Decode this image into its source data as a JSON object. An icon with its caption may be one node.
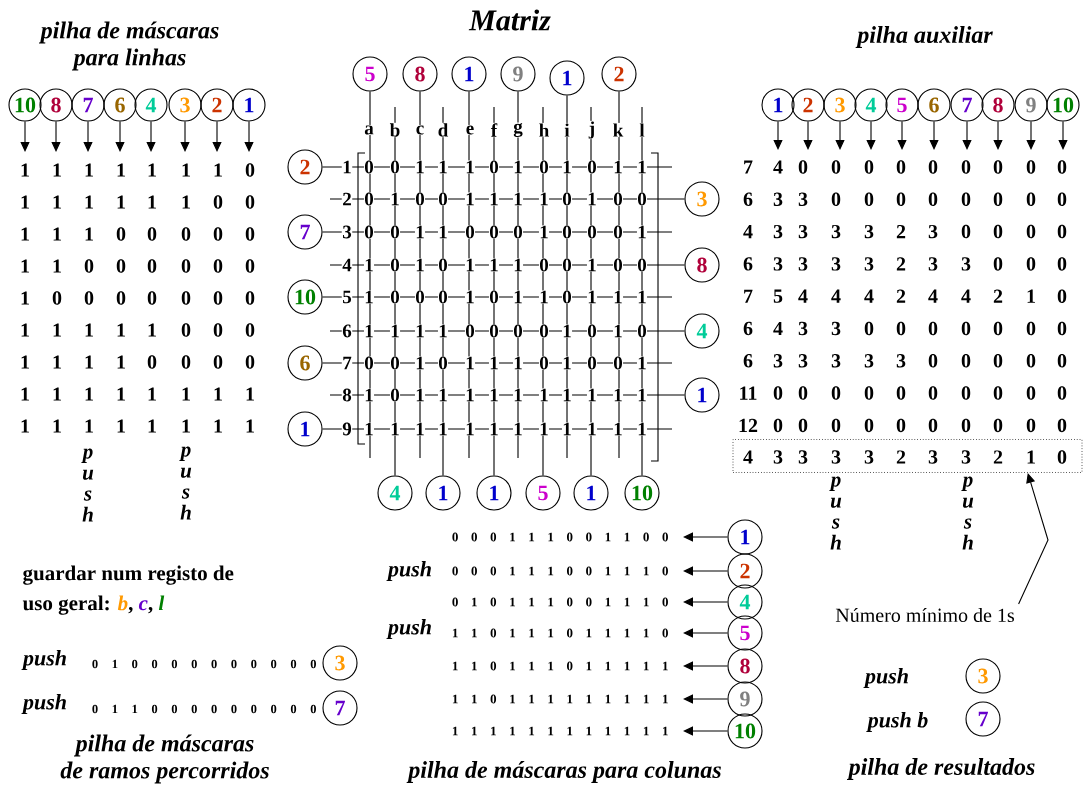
{
  "diagram": {
    "title": "Matriz",
    "nodes": [
      {
        "text": [
          "10"
        ]
      },
      {
        "text": [
          "8"
        ]
      },
      {
        "text": [
          "7"
        ]
      },
      {
        "text": [
          "6"
        ]
      },
      {
        "text": [
          "4"
        ]
      },
      {
        "text": [
          "3"
        ]
      },
      {
        "text": [
          "2"
        ]
      },
      {
        "text": [
          "1"
        ]
      },
      {
        "text": [
          "5"
        ]
      },
      {
        "text": [
          "8"
        ]
      },
      {
        "text": [
          "1"
        ]
      },
      {
        "text": [
          "9"
        ]
      },
      {
        "text": [
          "1"
        ]
      },
      {
        "text": [
          "2"
        ]
      },
      {
        "text": [
          "2"
        ]
      },
      {
        "text": [
          "3"
        ]
      },
      {
        "text": [
          "7"
        ]
      },
      {
        "text": [
          "8"
        ]
      },
      {
        "text": [
          "10"
        ]
      },
      {
        "text": [
          "4"
        ]
      },
      {
        "text": [
          "6"
        ]
      },
      {
        "text": [
          "1"
        ]
      },
      {
        "text": [
          "1"
        ]
      },
      {
        "text": [
          "4"
        ]
      },
      {
        "text": [
          "1"
        ]
      },
      {
        "text": [
          "1"
        ]
      },
      {
        "text": [
          "5"
        ]
      },
      {
        "text": [
          "1"
        ]
      },
      {
        "text": [
          "10"
        ]
      },
      {
        "text": [
          "1"
        ]
      },
      {
        "text": [
          "2"
        ]
      },
      {
        "text": [
          "3"
        ]
      },
      {
        "text": [
          "4"
        ]
      },
      {
        "text": [
          "5"
        ]
      },
      {
        "text": [
          "6"
        ]
      },
      {
        "text": [
          "7"
        ]
      },
      {
        "text": [
          "8"
        ]
      },
      {
        "text": [
          "9"
        ]
      },
      {
        "text": [
          "10"
        ]
      },
      {
        "text": [
          "4",
          "3",
          "3",
          "3",
          "3",
          "2",
          "3",
          "3",
          "2",
          "1",
          "0"
        ]
      },
      {
        "text": [
          "Número mínimo de 1s"
        ]
      },
      {
        "text": [
          "1"
        ]
      },
      {
        "text": [
          "2"
        ]
      },
      {
        "text": [
          "4"
        ]
      },
      {
        "text": [
          "5"
        ]
      },
      {
        "text": [
          "8"
        ]
      },
      {
        "text": [
          "9"
        ]
      },
      {
        "text": [
          "10"
        ]
      },
      {
        "text": [
          "3"
        ]
      },
      {
        "text": [
          "7"
        ]
      },
      {
        "text": [
          "3"
        ]
      },
      {
        "text": [
          "7"
        ]
      }
    ],
    "edges": [
      {
        "from": 0,
        "to": null,
        "arrow": "to"
      },
      {
        "from": 1,
        "to": null,
        "arrow": "to"
      },
      {
        "from": 2,
        "to": null,
        "arrow": "to"
      },
      {
        "from": 3,
        "to": null,
        "arrow": "to"
      },
      {
        "from": 4,
        "to": null,
        "arrow": "to"
      },
      {
        "from": 5,
        "to": null,
        "arrow": "to"
      },
      {
        "from": 6,
        "to": null,
        "arrow": "to"
      },
      {
        "from": 7,
        "to": null,
        "arrow": "to"
      },
      {
        "from": 8,
        "to": null,
        "arrow": "none"
      },
      {
        "from": 9,
        "to": null,
        "arrow": "none"
      },
      {
        "from": 10,
        "to": null,
        "arrow": "none"
      },
      {
        "from": 11,
        "to": null,
        "arrow": "none"
      },
      {
        "from": 12,
        "to": null,
        "arrow": "none"
      },
      {
        "from": 13,
        "to": null,
        "arrow": "none"
      },
      {
        "from": 14,
        "to": null,
        "arrow": "none"
      },
      {
        "from": 15,
        "to": null,
        "arrow": "none"
      },
      {
        "from": 16,
        "to": null,
        "arrow": "none"
      },
      {
        "from": 17,
        "to": null,
        "arrow": "none"
      },
      {
        "from": 18,
        "to": null,
        "arrow": "none"
      },
      {
        "from": 19,
        "to": null,
        "arrow": "none"
      },
      {
        "from": 20,
        "to": null,
        "arrow": "none"
      },
      {
        "from": 21,
        "to": null,
        "arrow": "none"
      },
      {
        "from": 22,
        "to": null,
        "arrow": "none"
      },
      {
        "from": 23,
        "to": null,
        "arrow": "none"
      },
      {
        "from": 24,
        "to": null,
        "arrow": "none"
      },
      {
        "from": 25,
        "to": null,
        "arrow": "none"
      },
      {
        "from": 26,
        "to": null,
        "arrow": "none"
      },
      {
        "from": 27,
        "to": null,
        "arrow": "none"
      },
      {
        "from": 28,
        "to": null,
        "arrow": "none"
      },
      {
        "from": 29,
        "to": null,
        "arrow": "to"
      },
      {
        "from": 30,
        "to": null,
        "arrow": "to"
      },
      {
        "from": 31,
        "to": null,
        "arrow": "to"
      },
      {
        "from": 32,
        "to": null,
        "arrow": "to"
      },
      {
        "from": 33,
        "to": null,
        "arrow": "to"
      },
      {
        "from": 34,
        "to": null,
        "arrow": "to"
      },
      {
        "from": 35,
        "to": null,
        "arrow": "to"
      },
      {
        "from": 36,
        "to": null,
        "arrow": "to"
      },
      {
        "from": 37,
        "to": null,
        "arrow": "to"
      },
      {
        "from": 38,
        "to": null,
        "arrow": "to"
      },
      {
        "from": 40,
        "to": 39,
        "arrow": "to"
      },
      {
        "from": 41,
        "to": null,
        "arrow": "to"
      },
      {
        "from": 42,
        "to": null,
        "arrow": "to"
      },
      {
        "from": 43,
        "to": null,
        "arrow": "to"
      },
      {
        "from": 44,
        "to": null,
        "arrow": "to"
      },
      {
        "from": 45,
        "to": null,
        "arrow": "to"
      },
      {
        "from": 46,
        "to": null,
        "arrow": "to"
      },
      {
        "from": 47,
        "to": null,
        "arrow": "to"
      }
    ],
    "labels": [
      "pilha de máscaras para linhas",
      "pilha auxiliar",
      "1",
      "1",
      "1",
      "1",
      "1",
      "1",
      "1",
      "0",
      "1",
      "1",
      "1",
      "1",
      "1",
      "1",
      "0",
      "0",
      "1",
      "1",
      "1",
      "0",
      "0",
      "0",
      "0",
      "0",
      "1",
      "1",
      "0",
      "0",
      "0",
      "0",
      "0",
      "0",
      "1",
      "0",
      "0",
      "0",
      "0",
      "0",
      "0",
      "0",
      "1",
      "1",
      "1",
      "1",
      "1",
      "0",
      "0",
      "0",
      "1",
      "1",
      "1",
      "1",
      "0",
      "0",
      "0",
      "0",
      "1",
      "1",
      "1",
      "1",
      "1",
      "1",
      "1",
      "1",
      "1",
      "1",
      "1",
      "1",
      "1",
      "1",
      "1",
      "1",
      "a",
      "b",
      "c",
      "d",
      "e",
      "f",
      "g",
      "h",
      "i",
      "j",
      "k",
      "l",
      "1",
      "0",
      "0",
      "1",
      "1",
      "1",
      "0",
      "1",
      "0",
      "1",
      "0",
      "1",
      "1",
      "2",
      "0",
      "1",
      "0",
      "0",
      "1",
      "1",
      "1",
      "1",
      "0",
      "1",
      "0",
      "0",
      "3",
      "0",
      "0",
      "1",
      "1",
      "0",
      "0",
      "0",
      "1",
      "0",
      "0",
      "0",
      "1",
      "4",
      "1",
      "0",
      "1",
      "0",
      "1",
      "1",
      "1",
      "0",
      "0",
      "1",
      "0",
      "0",
      "5",
      "1",
      "0",
      "0",
      "0",
      "1",
      "0",
      "1",
      "1",
      "0",
      "1",
      "1",
      "1",
      "6",
      "1",
      "1",
      "1",
      "1",
      "0",
      "0",
      "0",
      "0",
      "1",
      "0",
      "1",
      "0",
      "7",
      "0",
      "0",
      "1",
      "0",
      "1",
      "1",
      "1",
      "0",
      "1",
      "0",
      "0",
      "1",
      "8",
      "1",
      "0",
      "1",
      "1",
      "1",
      "1",
      "1",
      "1",
      "1",
      "1",
      "1",
      "1",
      "9",
      "1",
      "1",
      "1",
      "1",
      "1",
      "1",
      "1",
      "1",
      "1",
      "1",
      "1",
      "1",
      "7",
      "4",
      "0",
      "0",
      "0",
      "0",
      "0",
      "0",
      "0",
      "0",
      "0",
      "6",
      "3",
      "3",
      "0",
      "0",
      "0",
      "0",
      "0",
      "0",
      "0",
      "0",
      "4",
      "3",
      "3",
      "3",
      "3",
      "2",
      "3",
      "0",
      "0",
      "0",
      "0",
      "6",
      "3",
      "3",
      "3",
      "3",
      "2",
      "3",
      "3",
      "0",
      "0",
      "0",
      "7",
      "5",
      "4",
      "4",
      "4",
      "2",
      "4",
      "4",
      "2",
      "1",
      "0",
      "6",
      "4",
      "3",
      "3",
      "0",
      "0",
      "0",
      "0",
      "0",
      "0",
      "0",
      "6",
      "3",
      "3",
      "3",
      "3",
      "3",
      "0",
      "0",
      "0",
      "0",
      "0",
      "11",
      "0",
      "0",
      "0",
      "0",
      "0",
      "0",
      "0",
      "0",
      "0",
      "0",
      "12",
      "0",
      "0",
      "0",
      "0",
      "0",
      "0",
      "0",
      "0",
      "0",
      "0",
      "push",
      "push",
      "push",
      "push",
      "guardar num registo de uso geral: *b*, *c*, *l*",
      "push",
      "0 1 0 0 0 0 0 0 0 0 0 0",
      "push",
      "0 1 1 0 0 0 0 0 0 0 0 0",
      "pilha de máscaras de ramos percorridos",
      "0 0 0 1 1 1 0 0 1 1 0 0",
      "push",
      "0 0 0 1 1 1 0 0 1 1 1 0",
      "0 1 0 1 1 1 0 0 1 1 1 0",
      "push",
      "1 1 0 1 1 1 0 1 1 1 1 0",
      "1 1 0 1 1 1 0 1 1 1 1 1",
      "1 1 0 1 1 1 1 1 1 1 1 1",
      "1 1 1 1 1 1 1 1 1 1 1 1",
      "pilha de máscaras para colunas",
      "push",
      "push b",
      "pilha de resultados"
    ]
  }
}
